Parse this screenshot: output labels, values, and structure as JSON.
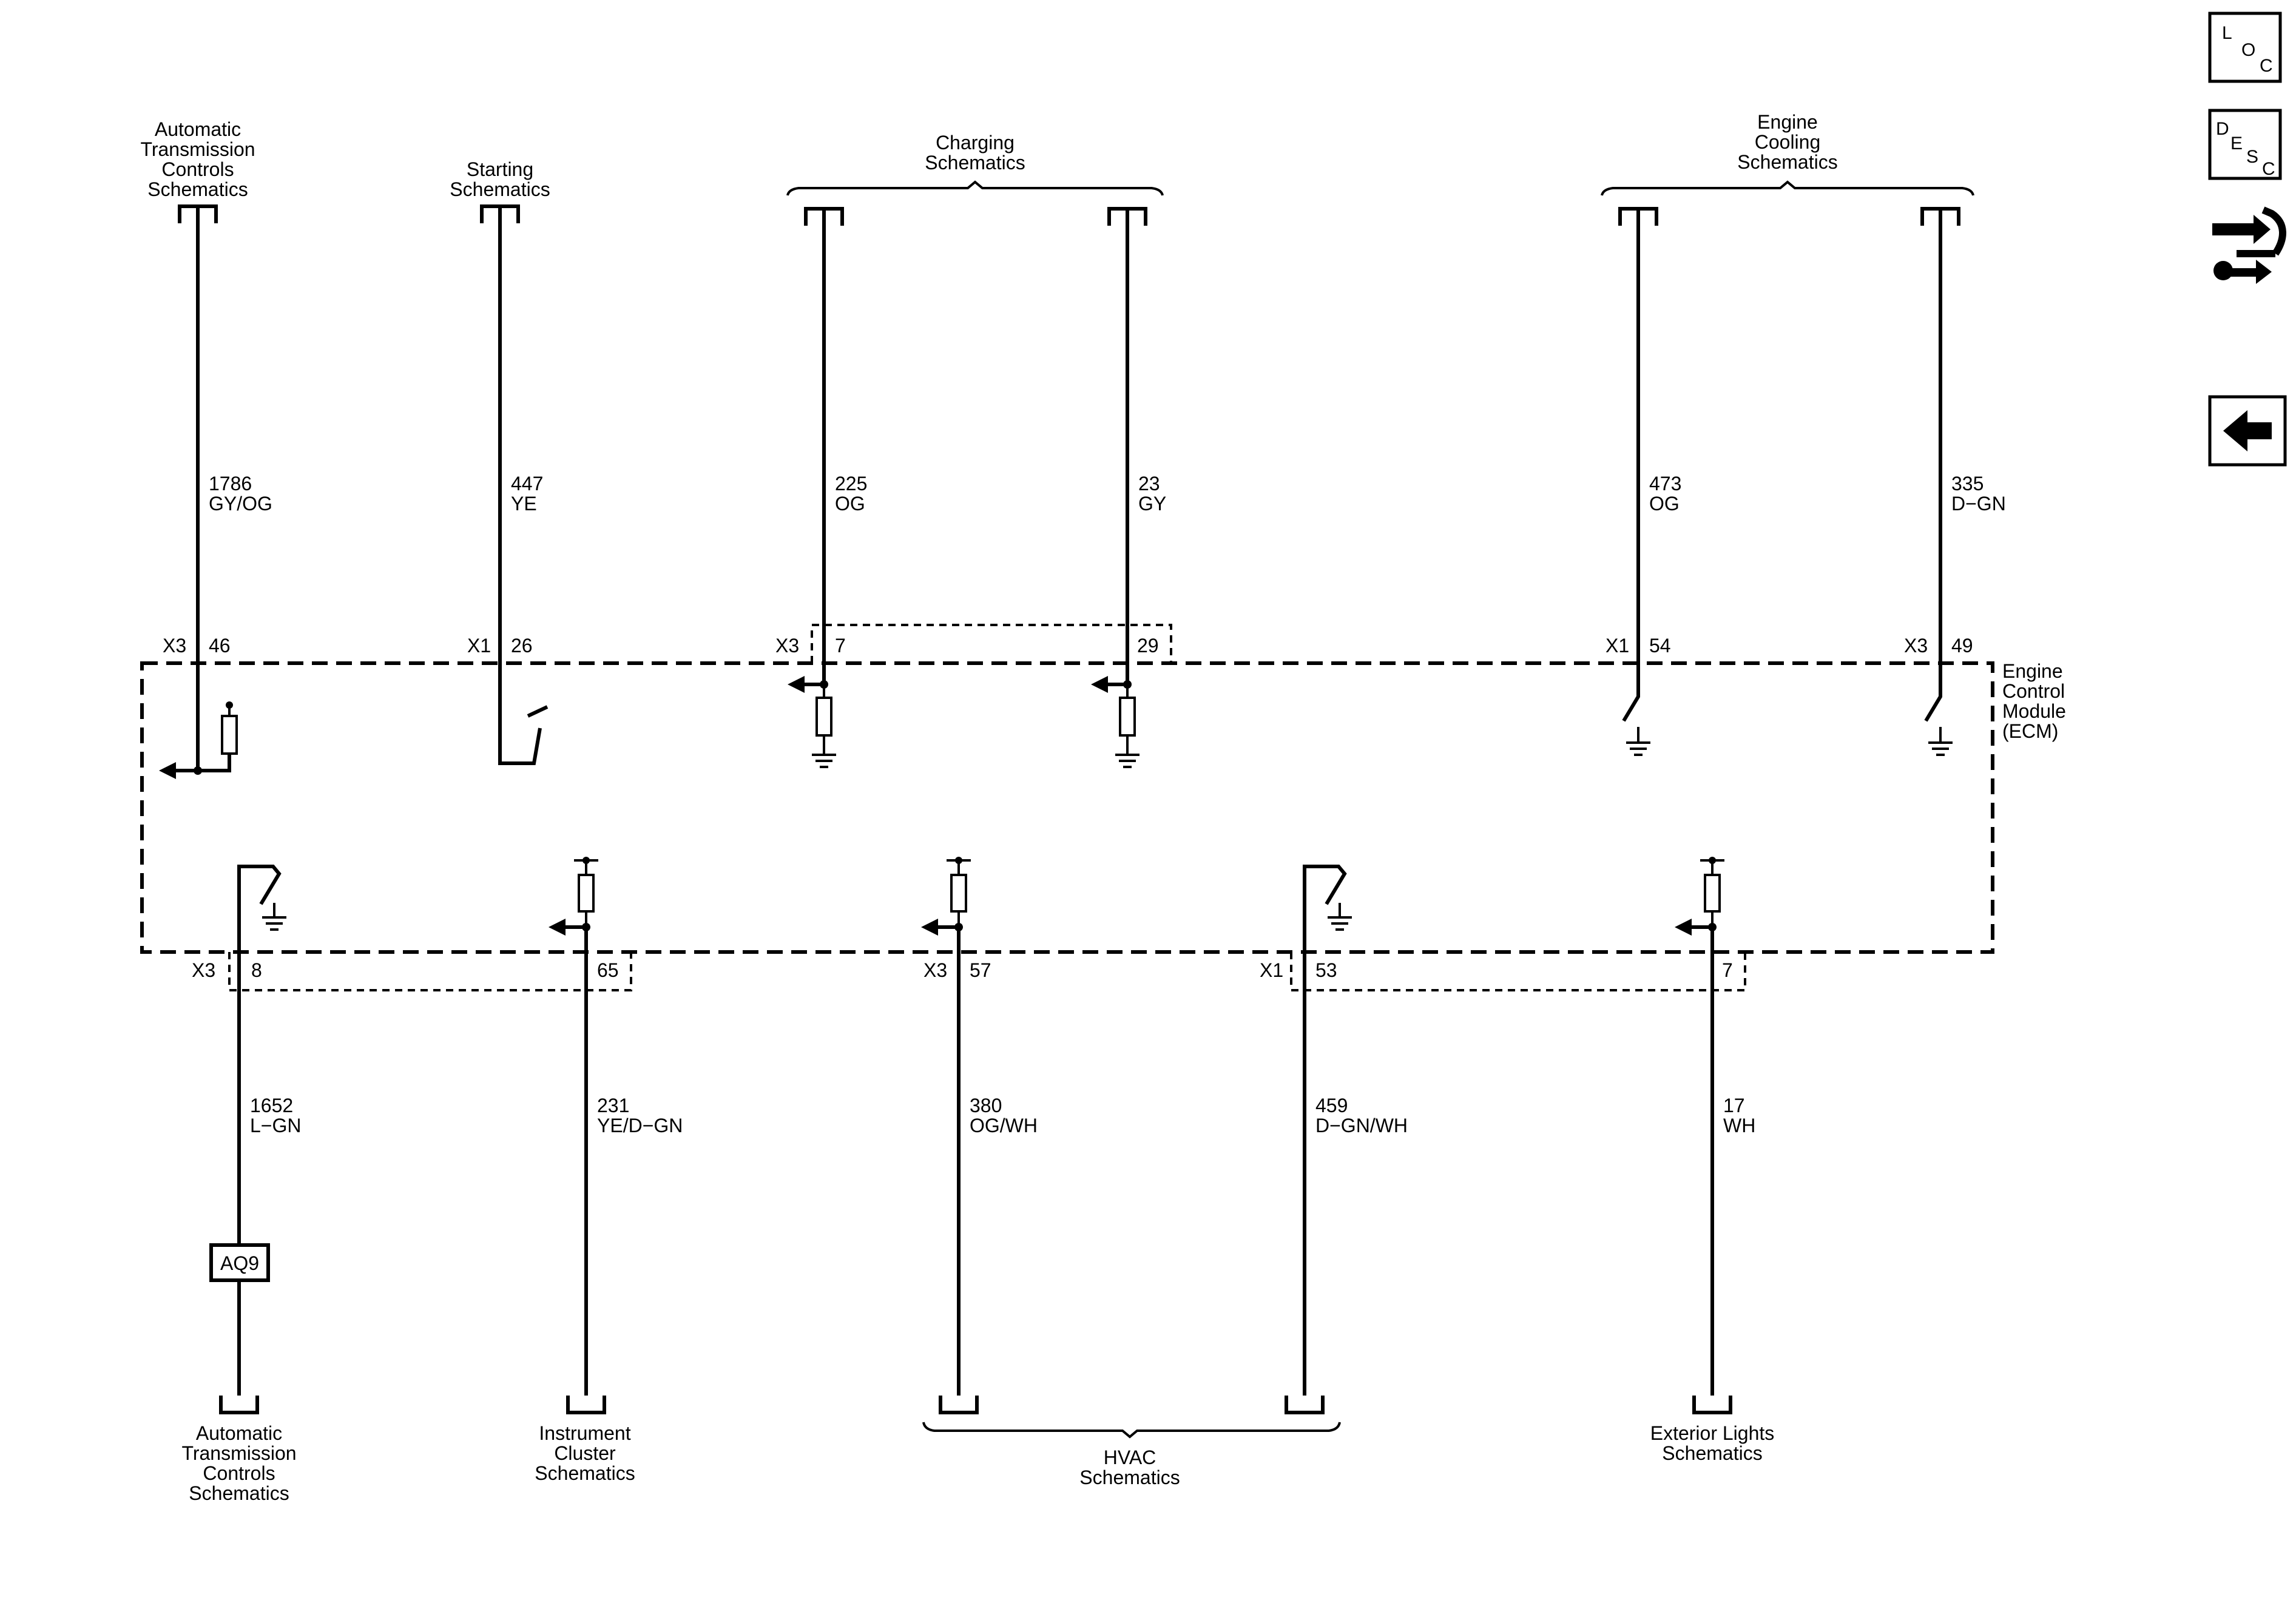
{
  "module": {
    "name_lines": [
      "Engine",
      "Control",
      "Module",
      "(ECM)"
    ]
  },
  "nav": {
    "loc_letters": [
      "L",
      "O",
      "C"
    ],
    "desc_letters": [
      "D",
      "E",
      "S",
      "C"
    ],
    "connector_icon": "connector-wrench-icon",
    "back_icon": "back-arrow-icon"
  },
  "top_circuits": [
    {
      "id": "t1",
      "connector": "X3",
      "pin": "46",
      "circuit": "1786",
      "color": "GY/OG",
      "dest": [
        "Automatic",
        "Transmission",
        "Controls",
        "Schematics"
      ]
    },
    {
      "id": "t2",
      "connector": "X1",
      "pin": "26",
      "circuit": "447",
      "color": "YE",
      "dest": [
        "Starting",
        "Schematics"
      ]
    },
    {
      "id": "t3",
      "connector": "X3",
      "pin": "7",
      "circuit": "225",
      "color": "OG"
    },
    {
      "id": "t4",
      "connector": "",
      "pin": "29",
      "circuit": "23",
      "color": "GY"
    },
    {
      "id": "t5",
      "connector": "X1",
      "pin": "54",
      "circuit": "473",
      "color": "OG"
    },
    {
      "id": "t6",
      "connector": "X3",
      "pin": "49",
      "circuit": "335",
      "color": "D−GN"
    }
  ],
  "top_groups": [
    {
      "id": "charging",
      "dest": [
        "Charging",
        "Schematics"
      ]
    },
    {
      "id": "cooling",
      "dest": [
        "Engine",
        "Cooling",
        "Schematics"
      ]
    }
  ],
  "bottom_circuits": [
    {
      "id": "b1",
      "connector": "X3",
      "pin": "8",
      "circuit": "1652",
      "color": "L−GN",
      "option": "AQ9",
      "dest": [
        "Automatic",
        "Transmission",
        "Controls",
        "Schematics"
      ]
    },
    {
      "id": "b2",
      "connector": "",
      "pin": "65",
      "circuit": "231",
      "color": "YE/D−GN",
      "dest": [
        "Instrument",
        "Cluster",
        "Schematics"
      ]
    },
    {
      "id": "b3",
      "connector": "X3",
      "pin": "57",
      "circuit": "380",
      "color": "OG/WH"
    },
    {
      "id": "b4",
      "connector": "X1",
      "pin": "53",
      "circuit": "459",
      "color": "D−GN/WH"
    },
    {
      "id": "b5",
      "connector": "",
      "pin": "7",
      "circuit": "17",
      "color": "WH",
      "dest": [
        "Exterior Lights",
        "Schematics"
      ]
    }
  ],
  "bottom_groups": [
    {
      "id": "hvac",
      "dest": [
        "HVAC",
        "Schematics"
      ]
    }
  ]
}
